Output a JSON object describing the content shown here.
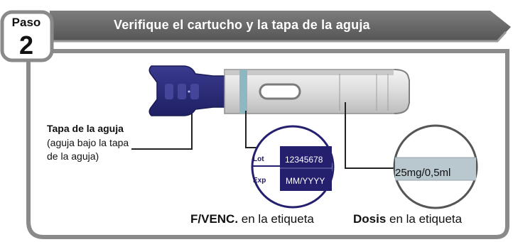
{
  "step": {
    "word": "Paso",
    "number": "2"
  },
  "banner": {
    "title": "Verifique el cartucho y la tapa de la aguja"
  },
  "needle_cap_caption": {
    "title": "Tapa de la aguja",
    "line1": "(aguja bajo la tapa",
    "line2": "de la aguja)"
  },
  "label_zoom": {
    "lot_label": "Lot",
    "lot_value": "12345678",
    "exp_label": "Exp",
    "exp_value": "MM/YYYY"
  },
  "dose_zoom": {
    "value": "25mg/0,5ml"
  },
  "bottom_captions": {
    "expiry_bold": "F/VENC.",
    "expiry_rest": " en la etiqueta",
    "dose_bold": "Dosis",
    "dose_rest": " en la etiqueta"
  },
  "colors": {
    "banner_gray": "#6b6b6b",
    "frame_gray": "#8a8a8a",
    "navy": "#2b2b7a",
    "label_navy": "#24206e",
    "teal_band": "#8fb7c2",
    "dose_band": "#b9c7cf"
  }
}
